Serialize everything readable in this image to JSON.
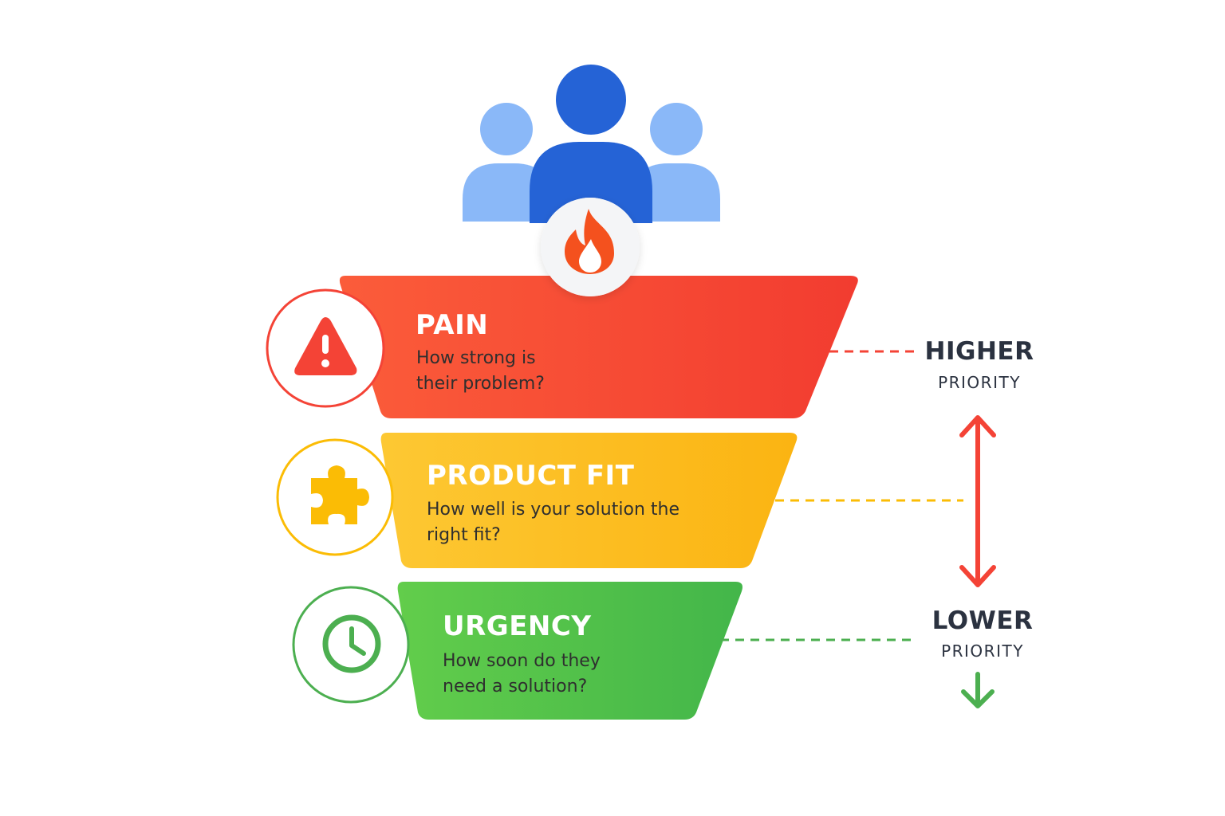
{
  "tiers": [
    {
      "title": "PAIN",
      "description": "How strong is their problem?",
      "color": "#f44336",
      "icon": "warning-icon"
    },
    {
      "title": "PRODUCT FIT",
      "description": "How well is your solution the right fit?",
      "color": "#fbbc05",
      "icon": "puzzle-icon"
    },
    {
      "title": "URGENCY",
      "description": "How soon do they need a solution?",
      "color": "#4caf50",
      "icon": "clock-icon"
    }
  ],
  "priority": {
    "higher": {
      "label": "HIGHER",
      "sub": "PRIORITY",
      "color": "#f44336"
    },
    "lower": {
      "label": "LOWER",
      "sub": "PRIORITY",
      "color": "#4caf50"
    }
  },
  "header_icons": [
    "people-group-icon",
    "flame-icon"
  ],
  "colors": {
    "person_main": "#2563d6",
    "person_side": "#8ab8f8",
    "heading_text": "#2b3240"
  }
}
